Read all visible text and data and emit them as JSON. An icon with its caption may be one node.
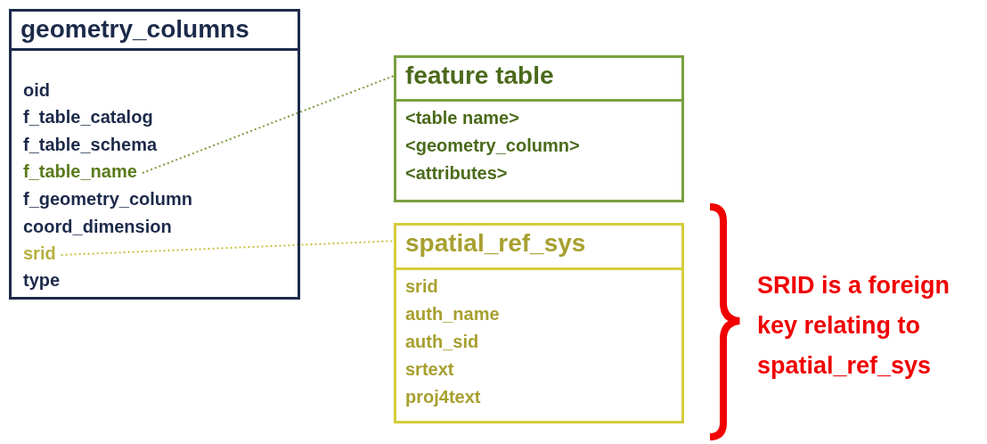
{
  "diagram": {
    "nodes": [
      {
        "text": [
          "geometry_columns"
        ]
      },
      {
        "text": [
          "oid"
        ],
        "in": 0
      },
      {
        "text": [
          "f_table_catalog"
        ],
        "in": 0
      },
      {
        "text": [
          "f_table_schema"
        ],
        "in": 0
      },
      {
        "text": [
          "f_table_name"
        ],
        "in": 0
      },
      {
        "text": [
          "f_geometry_column"
        ],
        "in": 0
      },
      {
        "text": [
          "coord_dimension"
        ],
        "in": 0
      },
      {
        "text": [
          "srid"
        ],
        "in": 0
      },
      {
        "text": [
          "type"
        ],
        "in": 0
      },
      {
        "text": [
          "feature table",
          "<table name>",
          "<geometry_column>",
          "<attributes>"
        ]
      },
      {
        "text": [
          "spatial_ref_sys",
          "srid",
          "auth_name",
          "auth_sid",
          "srtext",
          "proj4text"
        ]
      }
    ],
    "edges": [
      {
        "from": 4,
        "to": 9,
        "arrow": "none",
        "style": "dashed",
        "color": "#7a9a3a"
      },
      {
        "from": 7,
        "to": 10,
        "arrow": "none",
        "style": "dashed",
        "color": "#c8c040"
      }
    ],
    "labels": [
      "SRID is a foreign key relating to spatial_ref_sys"
    ]
  }
}
